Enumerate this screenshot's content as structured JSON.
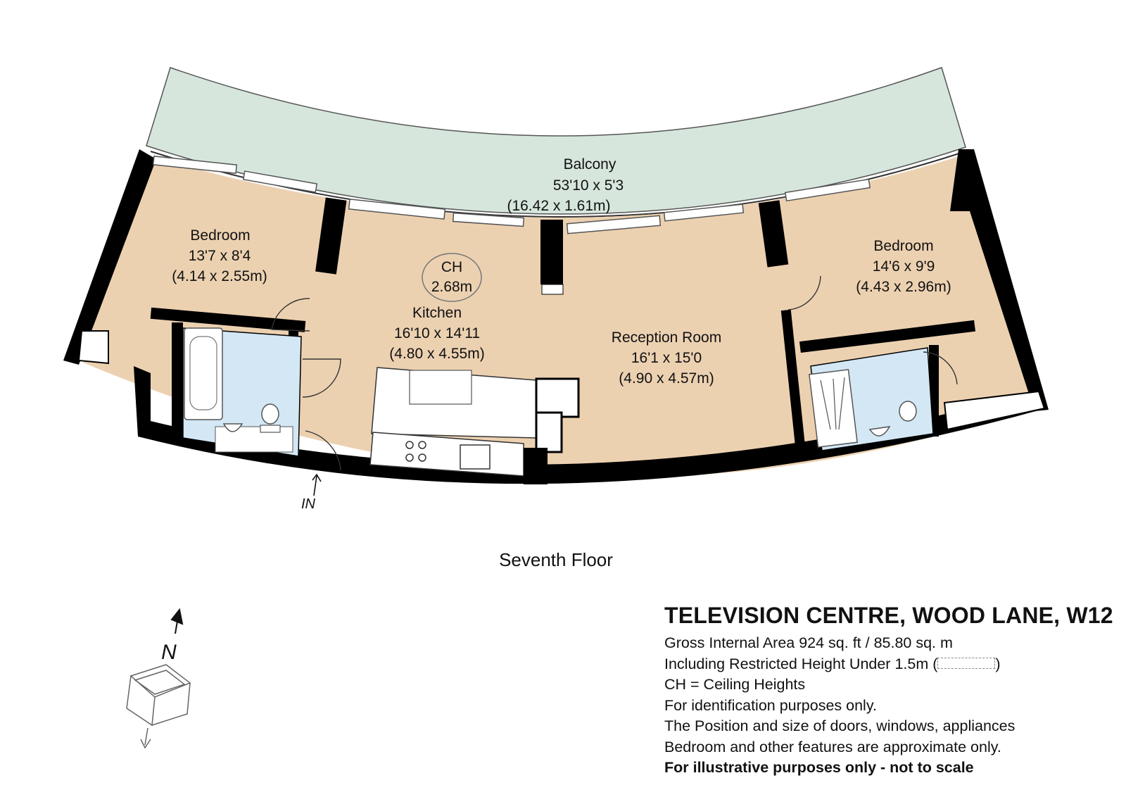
{
  "rooms": {
    "balcony": {
      "name": "Balcony",
      "imperial": "53'10 x 5'3",
      "metric": "(16.42 x 1.61m)"
    },
    "bedroom1": {
      "name": "Bedroom",
      "imperial": "13'7 x 8'4",
      "metric": "(4.14 x 2.55m)"
    },
    "kitchen": {
      "name": "Kitchen",
      "imperial": "16'10 x 14'11",
      "metric": "(4.80 x 4.55m)"
    },
    "reception": {
      "name": "Reception Room",
      "imperial": "16'1 x 15'0",
      "metric": "(4.90 x 4.57m)"
    },
    "bedroom2": {
      "name": "Bedroom",
      "imperial": "14'6 x 9'9",
      "metric": "(4.43 x 2.96m)"
    }
  },
  "ceiling_height": {
    "label": "CH",
    "value": "2.68m"
  },
  "entrance_label": "IN",
  "floor_name": "Seventh Floor",
  "compass_label": "N",
  "info": {
    "title": "TELEVISION CENTRE, WOOD LANE, W12",
    "gross_area": "Gross Internal Area 924 sq. ft / 85.80 sq. m",
    "restricted_prefix": "Including Restricted Height Under 1.5m (",
    "restricted_suffix": ")",
    "ch_note": "CH = Ceiling Heights",
    "ident": "For identification purposes only.",
    "position_note": "The Position and size of doors, windows, appliances",
    "approx_note": "Bedroom and other features are approximate only.",
    "disclaimer": "For illustrative purposes only - not to scale"
  },
  "colors": {
    "balcony": "#d6e6dc",
    "room": "#ecd1b1",
    "bathroom": "#d3e7f5",
    "wall": "#000000"
  }
}
